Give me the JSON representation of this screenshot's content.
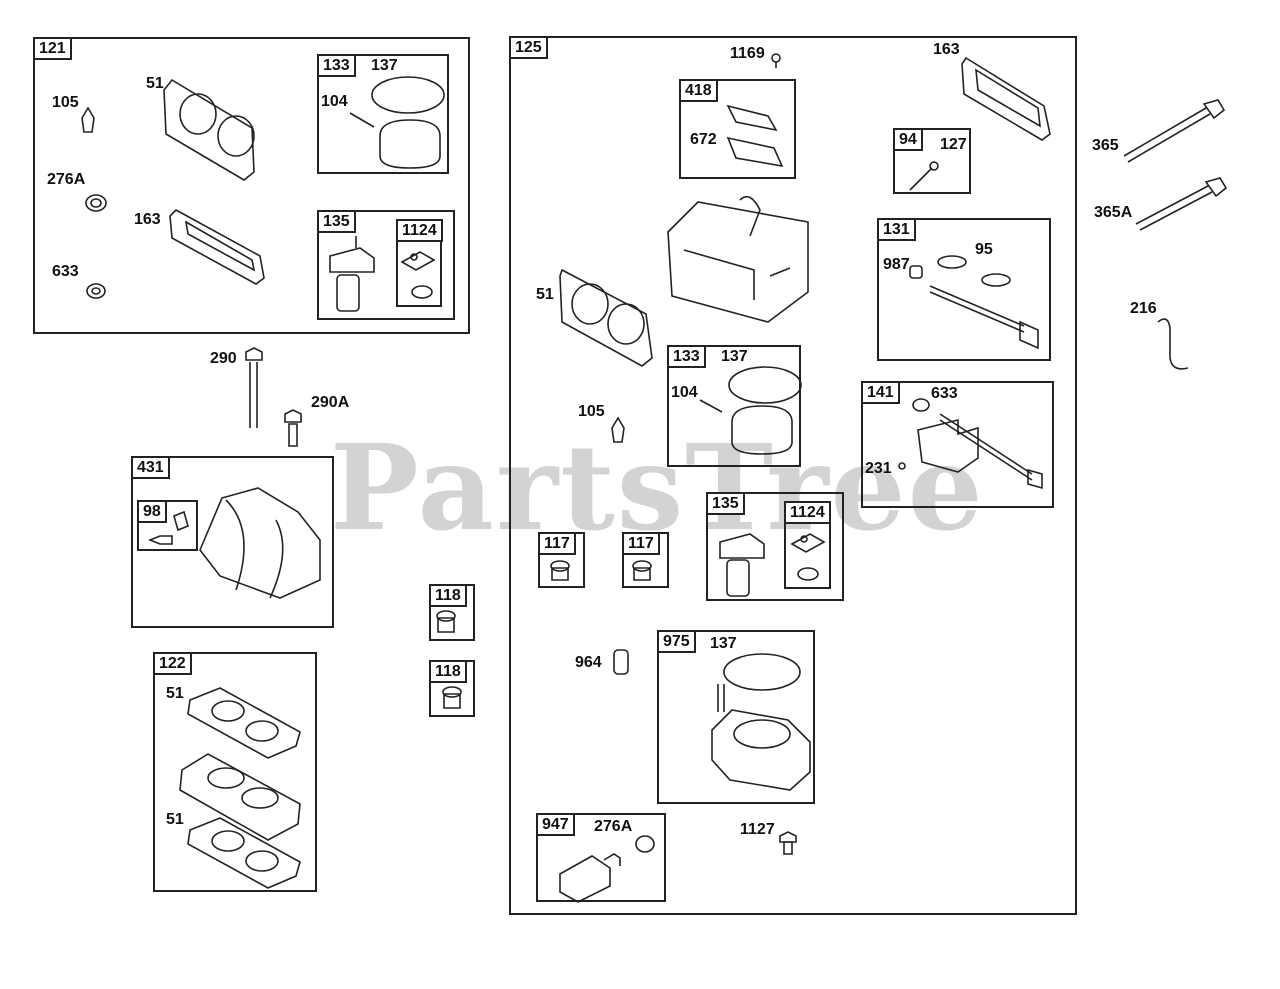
{
  "watermark": "PartsTree",
  "callouts": {
    "c121": "121",
    "c105a": "105",
    "c51a": "51",
    "c276a": "276A",
    "c163a": "163",
    "c633a": "633",
    "c133a": "133",
    "c137a": "137",
    "c104a": "104",
    "c135a": "135",
    "c1124a": "1124",
    "c290": "290",
    "c290a": "290A",
    "c431": "431",
    "c98": "98",
    "c122": "122",
    "c51b": "51",
    "c51c": "51",
    "c118a": "118",
    "c118b": "118",
    "c125": "125",
    "c1169": "1169",
    "c163b": "163",
    "c418": "418",
    "c672": "672",
    "c94": "94",
    "c127": "127",
    "c51d": "51",
    "c131": "131",
    "c987": "987",
    "c95": "95",
    "c133b": "133",
    "c137b": "137",
    "c104b": "104",
    "c105b": "105",
    "c141": "141",
    "c633b": "633",
    "c231": "231",
    "c117a": "117",
    "c117b": "117",
    "c135b": "135",
    "c1124b": "1124",
    "c964": "964",
    "c975": "975",
    "c137c": "137",
    "c947": "947",
    "c276b": "276A",
    "c1127": "1127",
    "c365": "365",
    "c365a": "365A",
    "c216": "216"
  },
  "colors": {
    "line": "#222222",
    "watermark": "#969696"
  }
}
